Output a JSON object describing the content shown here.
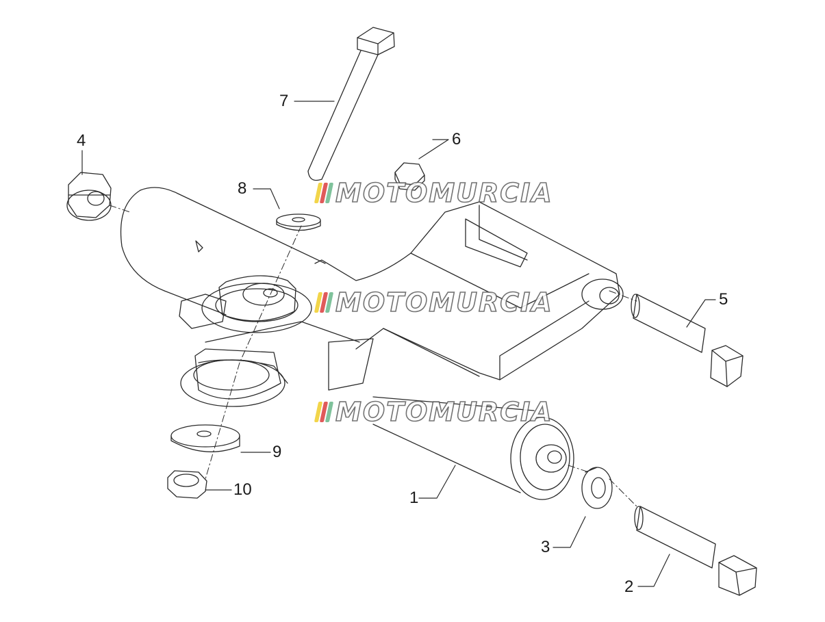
{
  "callouts": [
    {
      "id": "1",
      "label": "1"
    },
    {
      "id": "2",
      "label": "2"
    },
    {
      "id": "3",
      "label": "3"
    },
    {
      "id": "4",
      "label": "4"
    },
    {
      "id": "5",
      "label": "5"
    },
    {
      "id": "6",
      "label": "6"
    },
    {
      "id": "7",
      "label": "7"
    },
    {
      "id": "8",
      "label": "8"
    },
    {
      "id": "9",
      "label": "9"
    },
    {
      "id": "10",
      "label": "10"
    }
  ],
  "watermark": {
    "text": "MOTOMURCIA",
    "flag_colors": [
      "#f2d54a",
      "#e05a5a",
      "#7fc29b"
    ]
  },
  "colors": {
    "line": "#2a2a2a",
    "background": "#ffffff"
  }
}
